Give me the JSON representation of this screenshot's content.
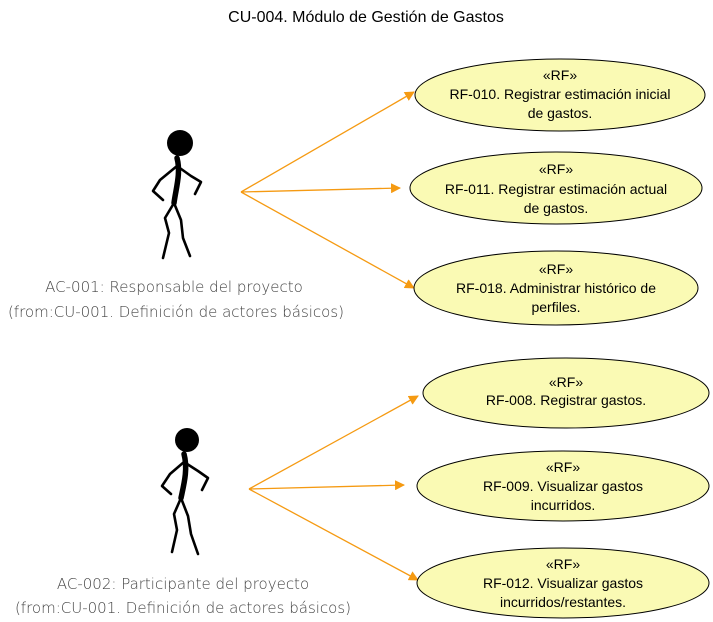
{
  "diagram": {
    "title": "CU-004. Módulo de Gestión de Gastos",
    "colors": {
      "use_case_fill": "#fafab4",
      "association": "#f59a12",
      "actor_label": "#444444"
    },
    "actors": [
      {
        "id": "AC-001",
        "icon": "stick-figure-icon",
        "label_line1": "AC-001: Responsable del proyecto",
        "label_line2": "(from:CU-001. Definición de actores básicos)"
      },
      {
        "id": "AC-002",
        "icon": "stick-figure-icon",
        "label_line1": "AC-002: Participante del proyecto",
        "label_line2": "(from:CU-001. Definición de actores básicos)"
      }
    ],
    "use_cases": [
      {
        "actor": "AC-001",
        "stereotype": "«RF»",
        "line1": "RF-010. Registrar estimación inicial",
        "line2": "de gastos."
      },
      {
        "actor": "AC-001",
        "stereotype": "«RF»",
        "line1": "RF-011. Registrar estimación actual",
        "line2": "de gastos."
      },
      {
        "actor": "AC-001",
        "stereotype": "«RF»",
        "line1": "RF-018. Administrar histórico de",
        "line2": "perfiles."
      },
      {
        "actor": "AC-002",
        "stereotype": "«RF»",
        "line1": "RF-008. Registrar gastos.",
        "line2": ""
      },
      {
        "actor": "AC-002",
        "stereotype": "«RF»",
        "line1": "RF-009. Visualizar gastos",
        "line2": "incurridos."
      },
      {
        "actor": "AC-002",
        "stereotype": "«RF»",
        "line1": "RF-012. Visualizar gastos",
        "line2": "incurridos/restantes."
      }
    ]
  }
}
